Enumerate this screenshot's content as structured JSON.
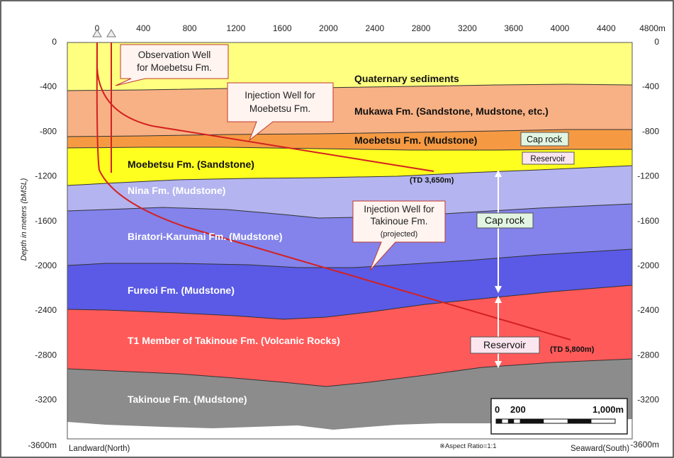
{
  "x_axis": {
    "ticks": [
      "0",
      "400",
      "800",
      "1200",
      "1600",
      "2000",
      "2400",
      "2800",
      "3200",
      "3600",
      "4000",
      "4400",
      "4800m"
    ]
  },
  "y_axis": {
    "label": "Depth in meters (bMSL)",
    "left_ticks": [
      "0",
      "-400",
      "-800",
      "-1200",
      "-1600",
      "-2000",
      "-2400",
      "-2800",
      "-3200",
      "-3600m"
    ],
    "right_ticks": [
      "0",
      "-400",
      "-800",
      "-1200",
      "-1600",
      "-2000",
      "-2400",
      "-2800",
      "-3200",
      "-3600m"
    ]
  },
  "formations": {
    "quaternary": {
      "label": "Quaternary sediments",
      "color": "#ffff80"
    },
    "mukawa": {
      "label": "Mukawa Fm.  (Sandstone, Mudstone, etc.)",
      "color": "#f8b184"
    },
    "moebetsu_mud": {
      "label": "Moebetsu Fm.  (Mudstone)",
      "color": "#f59a43"
    },
    "moebetsu_sand": {
      "label": "Moebetsu  Fm.  (Sandstone)",
      "color": "#ffff1f"
    },
    "nina": {
      "label": "Nina Fm.  (Mudstone)",
      "color": "#b4b4f0"
    },
    "biratori": {
      "label": "Biratori-Karumai Fm.  (Mudstone)",
      "color": "#8383eb"
    },
    "fureoi": {
      "label": "Fureoi Fm.  (Mudstone)",
      "color": "#5a5ae6"
    },
    "takinoue_t1": {
      "label": "T1 Member of Takinoue Fm. (Volcanic Rocks)",
      "color": "#ff5a5a"
    },
    "takinoue_mud": {
      "label": "Takinoue Fm.  (Mudstone)",
      "color": "#8c8c8c"
    }
  },
  "callouts": {
    "observation_well": [
      "Observation Well",
      "for Moebetsu Fm."
    ],
    "injection_moebetsu": [
      "Injection  Well for",
      "Moebetsu Fm."
    ],
    "injection_takinoue": [
      "Injection  Well for",
      "Takinoue Fm.",
      "(projected)"
    ]
  },
  "boxes": {
    "cap_rock_upper": "Cap rock",
    "reservoir_upper": "Reservoir",
    "cap_rock_lower": "Cap rock",
    "reservoir_lower": "Reservoir"
  },
  "td_labels": {
    "moebetsu_td": "(TD 3,650m)",
    "takinoue_td": "(TD 5,800m)"
  },
  "scale_bar": {
    "zero": "0",
    "mid": "200",
    "end": "1,000m"
  },
  "footer": {
    "left": "Landward(North)",
    "center": "※Aspect Ratio=1:1",
    "right": "Seaward(South)"
  },
  "colors": {
    "well_line": "#d42020",
    "border": "#333333",
    "box_green": "#e2f5e2",
    "box_pink": "#fbe6f0",
    "callout_fill": "#fff4f0",
    "callout_stroke": "#c0392b"
  }
}
